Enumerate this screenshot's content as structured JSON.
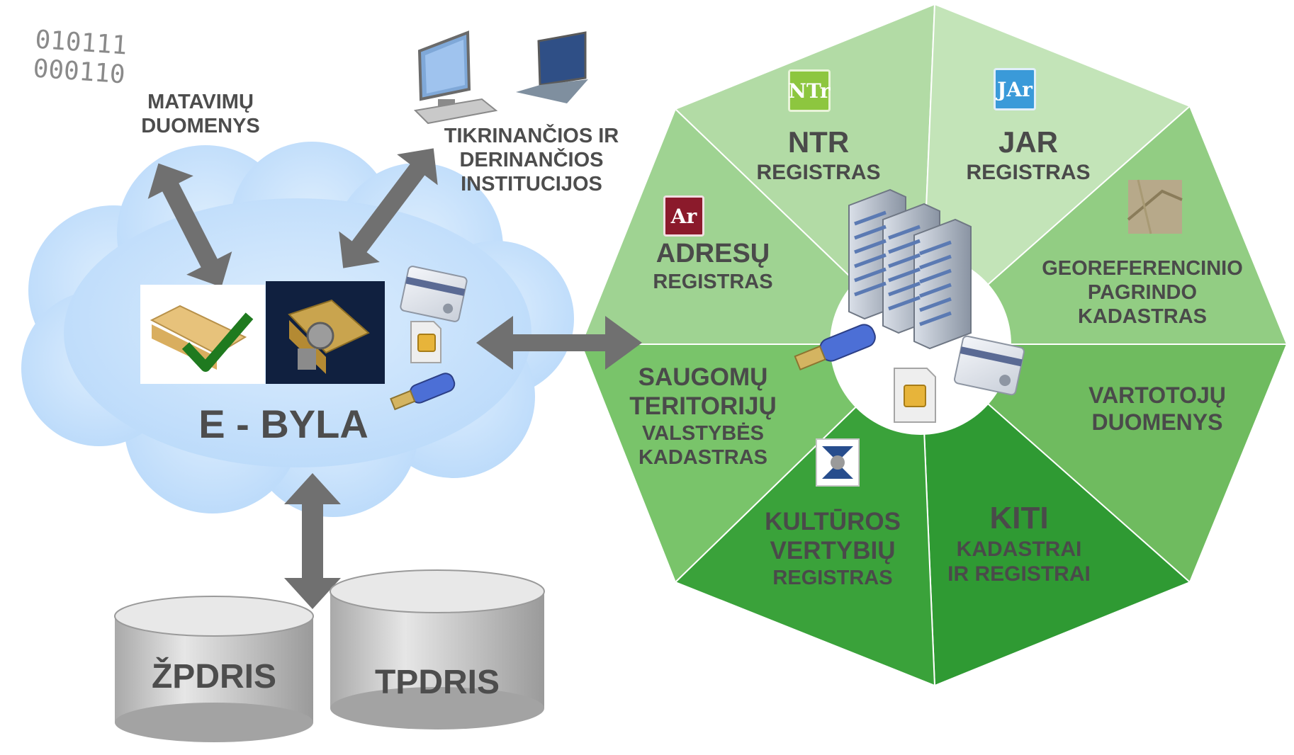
{
  "binary": [
    "010111",
    "000110"
  ],
  "measurements": {
    "lines": [
      "MATAVIMŲ",
      "DUOMENYS"
    ]
  },
  "institutions": {
    "lines": [
      "TIKRINANČIOS IR",
      "DERINANČIOS",
      "INSTITUCIJOS"
    ]
  },
  "ebyla": {
    "title": "E - BYLA"
  },
  "databases": {
    "left": "ŽPDRIS",
    "right": "TPDRIS"
  },
  "registers": {
    "ntr": {
      "logo": "NTr",
      "title": "NTR",
      "subtitle": "REGISTRAS",
      "logo_color": "#8dc63f"
    },
    "jar": {
      "logo": "JAr",
      "title": "JAR",
      "subtitle": "REGISTRAS",
      "logo_color": "#3a9ad9"
    },
    "adresu": {
      "logo": "Ar",
      "title": "ADRESŲ",
      "subtitle": "REGISTRAS",
      "logo_color": "#8b1a2b"
    },
    "geo": {
      "lines": [
        "GEOREFERENCINIO",
        "PAGRINDO",
        "KADASTRAS"
      ]
    },
    "saugomu": {
      "lines": [
        "SAUGOMŲ",
        "TERITORIJŲ",
        "VALSTYBĖS",
        "KADASTRAS"
      ]
    },
    "vartotoju": {
      "lines": [
        "VARTOTOJŲ",
        "DUOMENYS"
      ]
    },
    "kulturos": {
      "lines": [
        "KULTŪROS",
        "VERTYBIŲ",
        "REGISTRAS"
      ]
    },
    "kiti": {
      "title": "KITI",
      "lines": [
        "KADASTRAI",
        "IR REGISTRAI"
      ]
    }
  },
  "colors": {
    "cloud": "#c9e2fb",
    "arrow": "#6f6f6f",
    "wedge_light": "#bfe0b4",
    "wedge_mid": "#7fc47a",
    "wedge_dark": "#3a9a3a",
    "database": "#cfcfcf"
  }
}
